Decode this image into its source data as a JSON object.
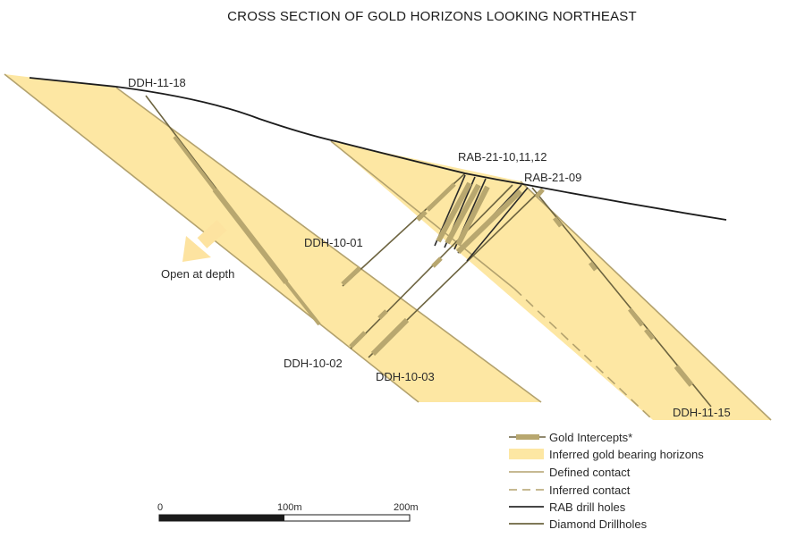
{
  "title": "CROSS SECTION OF GOLD HORIZONS LOOKING NORTHEAST",
  "colors": {
    "horizon_fill": "#fde7a3",
    "contact": "#b3a26e",
    "intercept": "#b8a76f",
    "rab": "#2b2b2b",
    "diamond": "#6d6440",
    "surface": "#1c1c1c",
    "arrow": "#fde3a0"
  },
  "labels": {
    "ddh_11_18": "DDH-11-18",
    "rab_21_10": "RAB-21-10,11,12",
    "rab_21_09": "RAB-21-09",
    "ddh_10_01": "DDH-10-01",
    "ddh_10_02": "DDH-10-02",
    "ddh_10_03": "DDH-10-03",
    "ddh_11_15": "DDH-11-15",
    "open_at_depth": "Open at depth"
  },
  "legend": {
    "gold_intercepts": "Gold Intercepts*",
    "inferred_horizons": "Inferred gold bearing horizons",
    "defined_contact": "Defined contact",
    "inferred_contact": "Inferred contact",
    "rab_holes": "RAB drill holes",
    "diamond_holes": "Diamond Drillholes"
  },
  "scale": {
    "zero": "0",
    "mid": "100m",
    "end": "200m"
  }
}
